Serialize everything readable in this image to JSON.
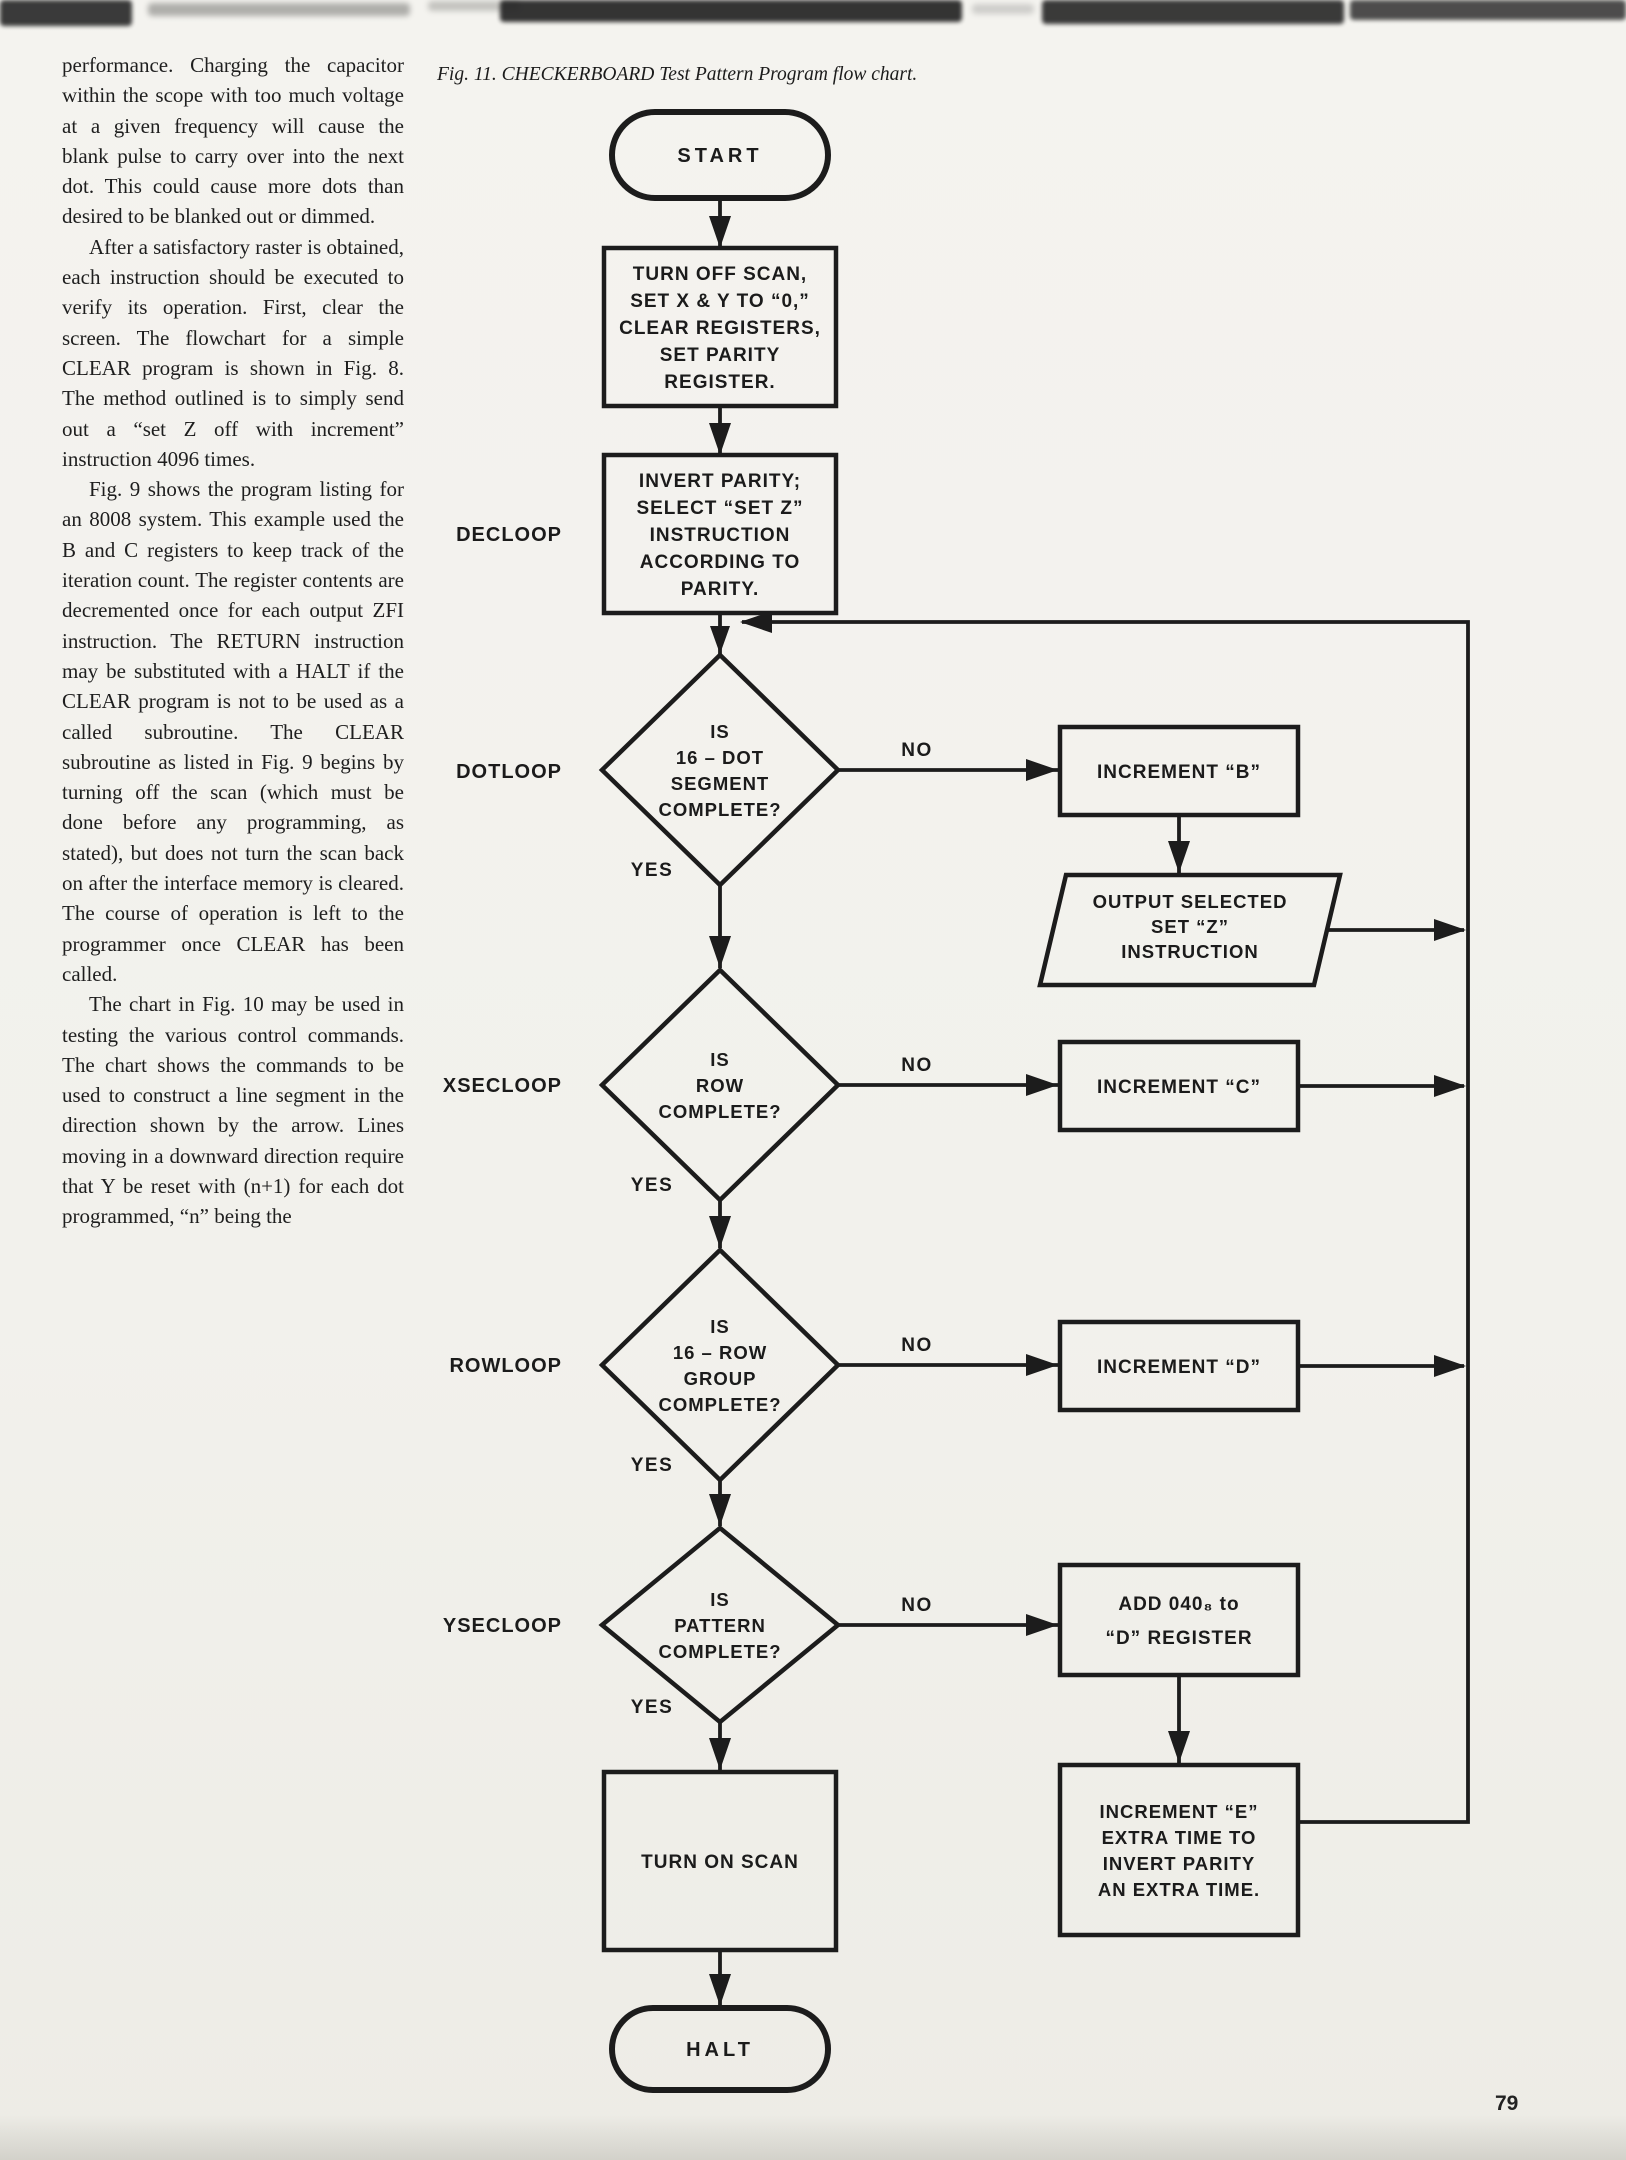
{
  "page": {
    "number": "79",
    "caption": "Fig. 11. CHECKERBOARD Test Pattern Program flow chart."
  },
  "article": {
    "paragraphs": [
      "performance. Charging the capacitor within the scope with too much voltage at a given frequency will cause the blank pulse to carry over into the next dot. This could cause more dots than desired to be blanked out or dimmed.",
      "After a satisfactory raster is obtained, each instruction should be executed to verify its operation. First, clear the screen. The flowchart for a simple CLEAR program is shown in Fig. 8. The method outlined is to simply send out a “set Z off with increment” instruction 4096 times.",
      "Fig. 9 shows the program listing for an 8008 system. This example used the B and C registers to keep track of the iteration count. The register contents are decremented once for each output ZFI instruction. The RETURN instruction may be substituted with a HALT if the CLEAR program is not to be used as a called subroutine. The CLEAR subroutine as listed in Fig. 9 begins by turning off the scan (which must be done before any programming, as stated), but does not turn the scan back on after the interface memory is cleared. The course of operation is left to the programmer once CLEAR has been called.",
      "The chart in Fig. 10 may be used in testing the various control commands. The chart shows the commands to be used to construct a line segment in the direction shown by the arrow. Lines moving in a downward direction require that Y be reset with (n+1) for each dot programmed, “n” being the"
    ]
  },
  "flow": {
    "start_label": "START",
    "turn_off": {
      "lines": [
        "TURN OFF SCAN,",
        "SET X & Y TO “0,”",
        "CLEAR REGISTERS,",
        "SET PARITY",
        "REGISTER."
      ]
    },
    "decloop": {
      "label": "DECLOOP",
      "lines": [
        "INVERT PARITY;",
        "SELECT “SET Z”",
        "INSTRUCTION",
        "ACCORDING TO",
        "PARITY."
      ]
    },
    "dotloop": {
      "label": "DOTLOOP",
      "lines": [
        "IS",
        "16 – DOT",
        "SEGMENT",
        "COMPLETE?"
      ],
      "no": "NO",
      "yes": "YES"
    },
    "increment_b": {
      "label": "INCREMENT “B”"
    },
    "output_z": {
      "lines": [
        "OUTPUT SELECTED",
        "SET “Z”",
        "INSTRUCTION"
      ]
    },
    "xsecloop": {
      "label": "XSECLOOP",
      "lines": [
        "IS",
        "ROW",
        "COMPLETE?"
      ],
      "no": "NO",
      "yes": "YES"
    },
    "increment_c": {
      "label": "INCREMENT “C”"
    },
    "rowloop": {
      "label": "ROWLOOP",
      "lines": [
        "IS",
        "16 – ROW",
        "GROUP",
        "COMPLETE?"
      ],
      "no": "NO",
      "yes": "YES"
    },
    "increment_d": {
      "label": "INCREMENT “D”"
    },
    "ysecloop": {
      "label": "YSECLOOP",
      "lines": [
        "IS",
        "PATTERN",
        "COMPLETE?"
      ],
      "no": "NO",
      "yes": "YES"
    },
    "add_040": {
      "lines": [
        "ADD 040₈ to",
        "“D” REGISTER"
      ]
    },
    "increment_e": {
      "lines": [
        "INCREMENT “E”",
        "EXTRA TIME TO",
        "INVERT PARITY",
        "AN EXTRA TIME."
      ]
    },
    "turn_on": {
      "label": "TURN ON SCAN"
    },
    "halt_label": "HALT"
  }
}
